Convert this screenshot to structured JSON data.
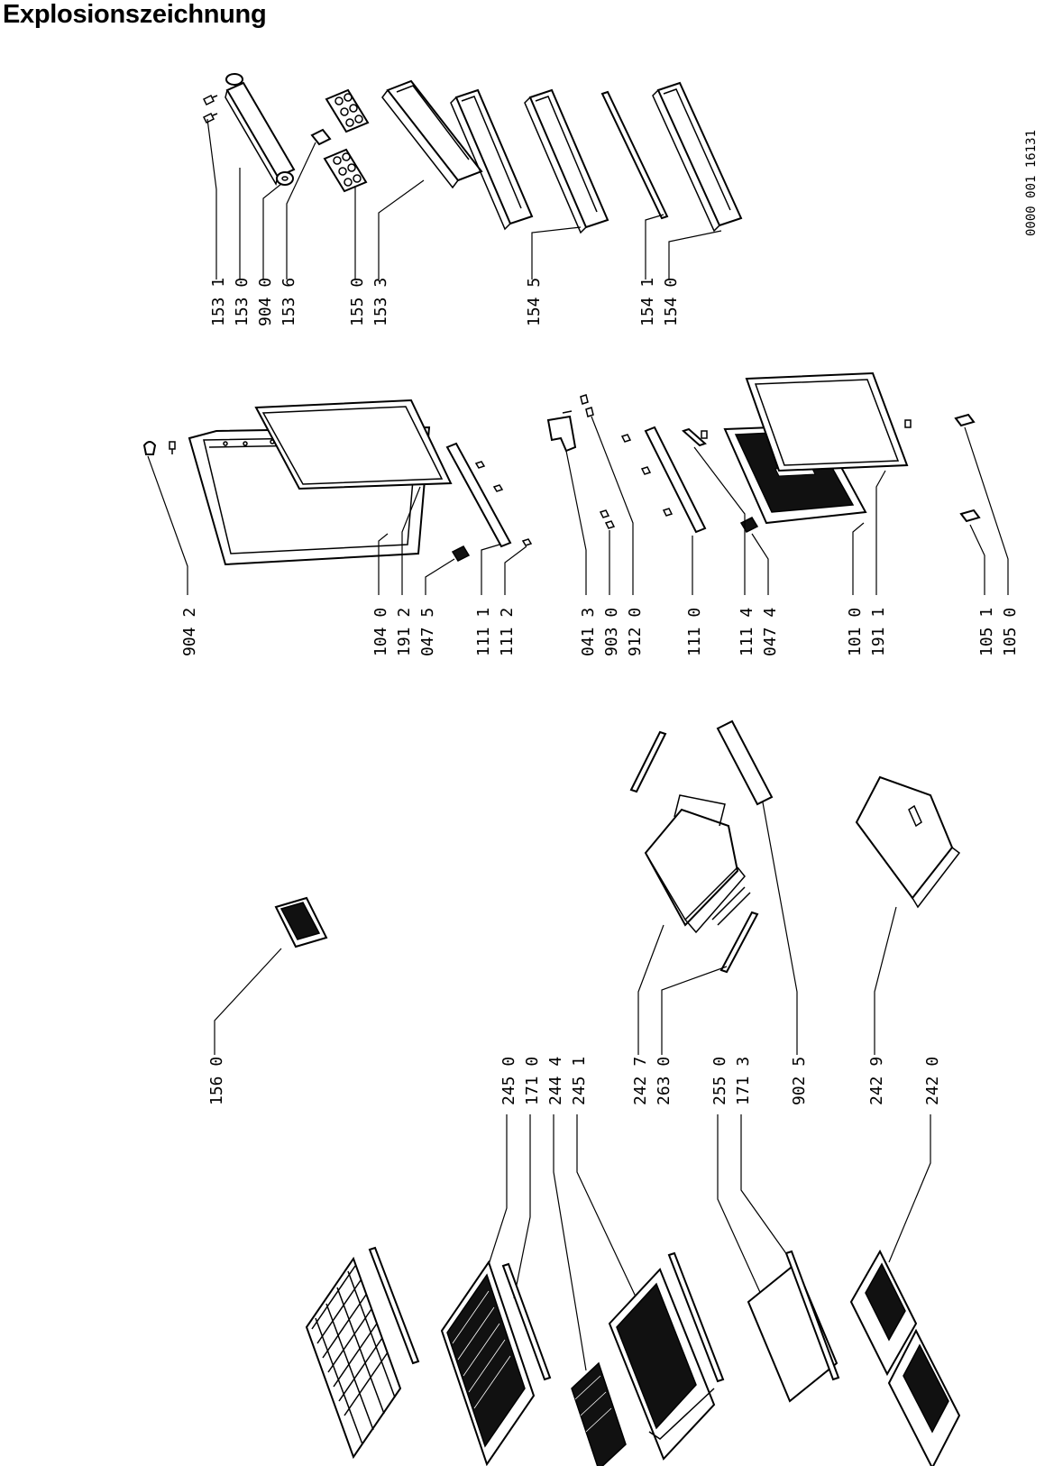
{
  "title": "Explosionszeichnung",
  "document_code": "0000 001 16131",
  "labels": {
    "l1531": "153 1",
    "l1530": "153 0",
    "l9040": "904 0",
    "l1536": "153 6",
    "l1550": "155 0",
    "l1533": "153 3",
    "l1545": "154 5",
    "l1541": "154 1",
    "l1540": "154 0",
    "l9042": "904 2",
    "l1040": "104 0",
    "l1912": "191 2",
    "l0475": "047 5",
    "l1111": "111 1",
    "l1112": "111 2",
    "l0413": "041 3",
    "l9030": "903 0",
    "l9120": "912 0",
    "l1110": "111 0",
    "l1114": "111 4",
    "l0474": "047 4",
    "l1010": "101 0",
    "l1911": "191 1",
    "l1051": "105 1",
    "l1050": "105 0",
    "l1560": "156 0",
    "l2450": "245 0",
    "l1710": "171 0",
    "l2444": "244 4",
    "l2451": "245 1",
    "l2427": "242 7",
    "l2630": "263 0",
    "l2550": "255 0",
    "l1713": "171 3",
    "l9025": "902 5",
    "l2429": "242 9",
    "l2420": "242 0"
  }
}
